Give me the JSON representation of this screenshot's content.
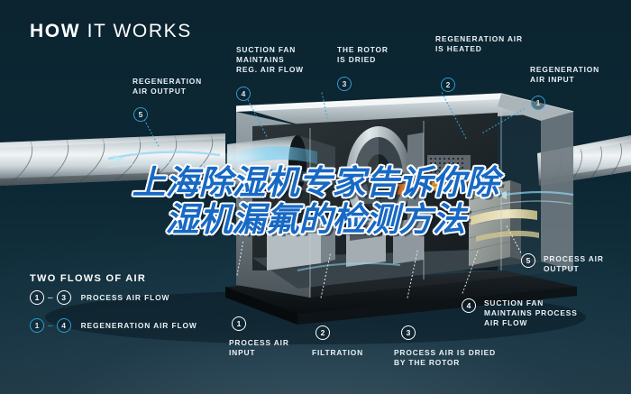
{
  "header": {
    "title_bold": "HOW",
    "title_light": "IT WORKS"
  },
  "overlay": {
    "text": "上海除湿机专家告诉你除\n湿机漏氟的检测方法",
    "color": "#1769c4"
  },
  "colors": {
    "background_top": "#0b2430",
    "background_bottom": "#1d3644",
    "accent_blue": "#2f9fd0",
    "label_white": "#e9f1f5",
    "overlay_blue": "#1769c4"
  },
  "callouts": [
    {
      "id": "regeneration-air-output",
      "number": "5",
      "marker_color": "blue",
      "label": "REGENERATION\nAIR OUTPUT"
    },
    {
      "id": "suction-fan-reg-air-flow",
      "number": "4",
      "marker_color": "blue",
      "label": "SUCTION FAN\nMAINTAINS\nREG. AIR FLOW"
    },
    {
      "id": "the-rotor-is-dried",
      "number": "3",
      "marker_color": "blue",
      "label": "THE ROTOR\nIS DRIED"
    },
    {
      "id": "regeneration-air-is-heated",
      "number": "2",
      "marker_color": "blue",
      "label": "REGENERATION AIR\nIS HEATED"
    },
    {
      "id": "regeneration-air-input",
      "number": "1",
      "marker_color": "blue",
      "label": "REGENERATION\nAIR INPUT"
    },
    {
      "id": "process-air-output",
      "number": "5",
      "marker_color": "white",
      "label": "PROCESS AIR\nOUTPUT"
    },
    {
      "id": "suction-fan-process-air-flow",
      "number": "4",
      "marker_color": "white",
      "label": "SUCTION FAN\nMAINTAINS PROCESS\nAIR FLOW"
    },
    {
      "id": "process-air-is-dried-by-rotor",
      "number": "3",
      "marker_color": "white",
      "label": "PROCESS AIR IS DRIED\nBY THE ROTOR"
    },
    {
      "id": "filtration",
      "number": "2",
      "marker_color": "white",
      "label": "FILTRATION"
    },
    {
      "id": "process-air-input",
      "number": "1",
      "marker_color": "white",
      "label": "PROCESS AIR\nINPUT"
    }
  ],
  "legend": {
    "title": "TWO FLOWS OF AIR",
    "rows": [
      {
        "from": "1",
        "dash": "–",
        "to": "3",
        "text": "PROCESS AIR FLOW",
        "color": "white"
      },
      {
        "from": "1",
        "dash": "–",
        "to": "4",
        "text": "REGENERATION AIR FLOW",
        "color": "blue"
      }
    ]
  }
}
